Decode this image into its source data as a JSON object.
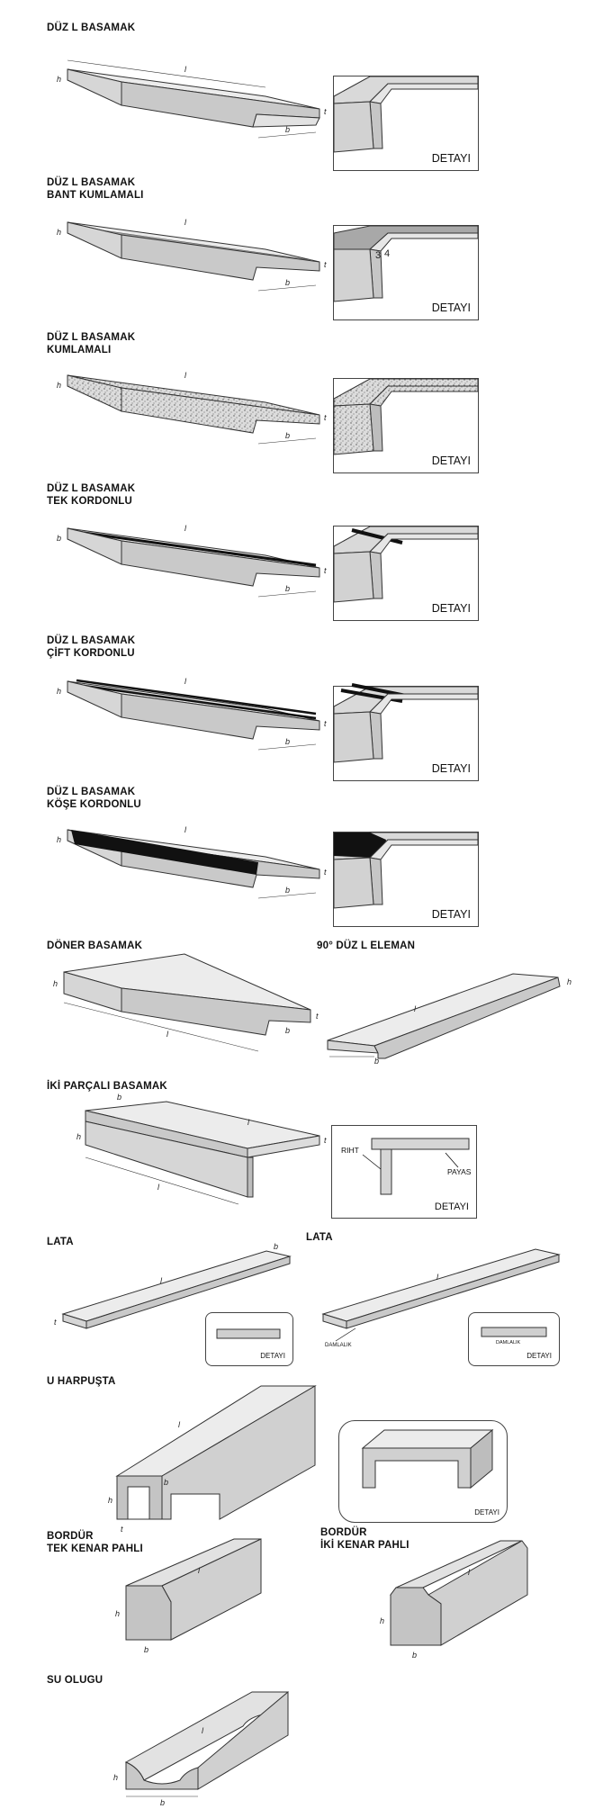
{
  "sections": [
    {
      "title": [
        "DÜZ L BASAMAK"
      ],
      "detail": "DETAYI"
    },
    {
      "title": [
        "DÜZ L BASAMAK",
        "BANT KUMLAMALI"
      ],
      "detail": "DETAYI"
    },
    {
      "title": [
        "DÜZ L BASAMAK",
        "KUMLAMALI"
      ],
      "detail": "DETAYI"
    },
    {
      "title": [
        "DÜZ L BASAMAK",
        "TEK KORDONLU"
      ],
      "detail": "DETAYI"
    },
    {
      "title": [
        "DÜZ L BASAMAK",
        "ÇİFT KORDONLU"
      ],
      "detail": "DETAYI"
    },
    {
      "title": [
        "DÜZ L BASAMAK",
        "KÖŞE KORDONLU"
      ],
      "detail": "DETAYI"
    }
  ],
  "doner": {
    "title": "DÖNER BASAMAK"
  },
  "duz90": {
    "title": "90° DÜZ L ELEMAN"
  },
  "iki_parcali": {
    "title": "İKİ PARÇALI BASAMAK",
    "riht": "RIHT",
    "payas": "PAYAS",
    "detail": "DETAYI"
  },
  "lata1": {
    "title": "LATA",
    "detail": "DETAYI"
  },
  "lata2": {
    "title": "LATA",
    "detail": "DETAYI",
    "tag1": "DAMLALIK",
    "tag2": "DAMLALIK"
  },
  "u_harpusta": {
    "title": "U HARPUŞTA",
    "detail": "DETAYI"
  },
  "bordur1": {
    "title": [
      "BORDÜR",
      "TEK KENAR PAHLI"
    ]
  },
  "bordur2": {
    "title": [
      "BORDÜR",
      "İKİ KENAR PAHLI"
    ]
  },
  "su_olugu": {
    "title": "SU OLUGU"
  },
  "dims": {
    "l": "l",
    "h": "h",
    "t": "t",
    "b": "b",
    "n3": "3",
    "n4": "4"
  },
  "colors": {
    "face_light": "#ececec",
    "face_mid": "#d6d6d6",
    "face_dark": "#c4c4c4",
    "stroke": "#333333",
    "cord": "#111111"
  }
}
